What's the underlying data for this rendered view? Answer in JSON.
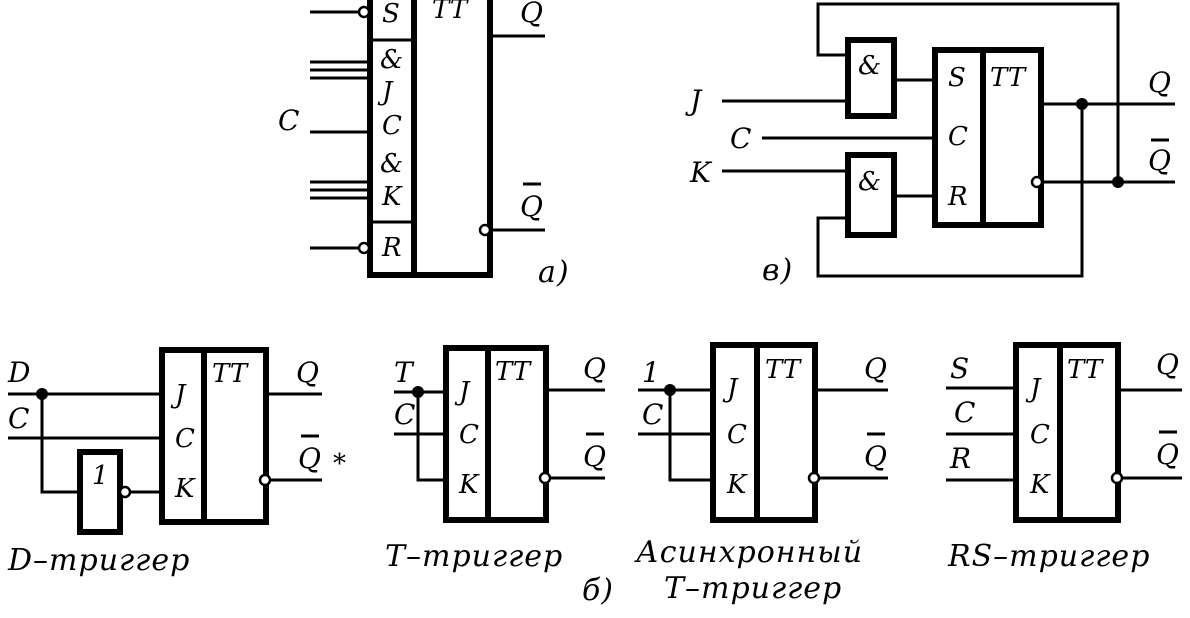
{
  "diagram_a": {
    "tt": "TT",
    "pins": [
      "S",
      "&",
      "J",
      "C",
      "&",
      "K",
      "R"
    ],
    "input_c": "C",
    "out_q": "Q",
    "out_qbar": "Q",
    "caption": "а)"
  },
  "diagram_v": {
    "and1": "&",
    "and2": "&",
    "tt": "TT",
    "pin_s": "S",
    "pin_c": "C",
    "pin_r": "R",
    "in_j": "J",
    "in_c": "C",
    "in_k": "K",
    "out_q": "Q",
    "out_qbar": "Q",
    "caption": "в)"
  },
  "diagram_b": {
    "caption": "б)",
    "d_trigger": {
      "in_d": "D",
      "in_c": "C",
      "not_gate": "1",
      "pin_j": "J",
      "pin_c": "C",
      "pin_k": "K",
      "tt": "TT",
      "out_q": "Q",
      "out_qbar": "Q",
      "mark": "*",
      "caption": "D–триггер"
    },
    "t_trigger": {
      "in_t": "T",
      "in_c": "C",
      "pin_j": "J",
      "pin_c": "C",
      "pin_k": "K",
      "tt": "TT",
      "out_q": "Q",
      "out_qbar": "Q",
      "caption": "T–триггер"
    },
    "async_t_trigger": {
      "in_1": "1",
      "in_c": "C",
      "pin_j": "J",
      "pin_c": "C",
      "pin_k": "K",
      "tt": "TT",
      "out_q": "Q",
      "out_qbar": "Q",
      "caption_line1": "Асинхронный",
      "caption_line2": "T–триггер"
    },
    "rs_trigger": {
      "in_s": "S",
      "in_c": "C",
      "in_r": "R",
      "pin_j": "J",
      "pin_c": "C",
      "pin_k": "K",
      "tt": "TT",
      "out_q": "Q",
      "out_qbar": "Q",
      "caption": "RS–триггер"
    }
  }
}
